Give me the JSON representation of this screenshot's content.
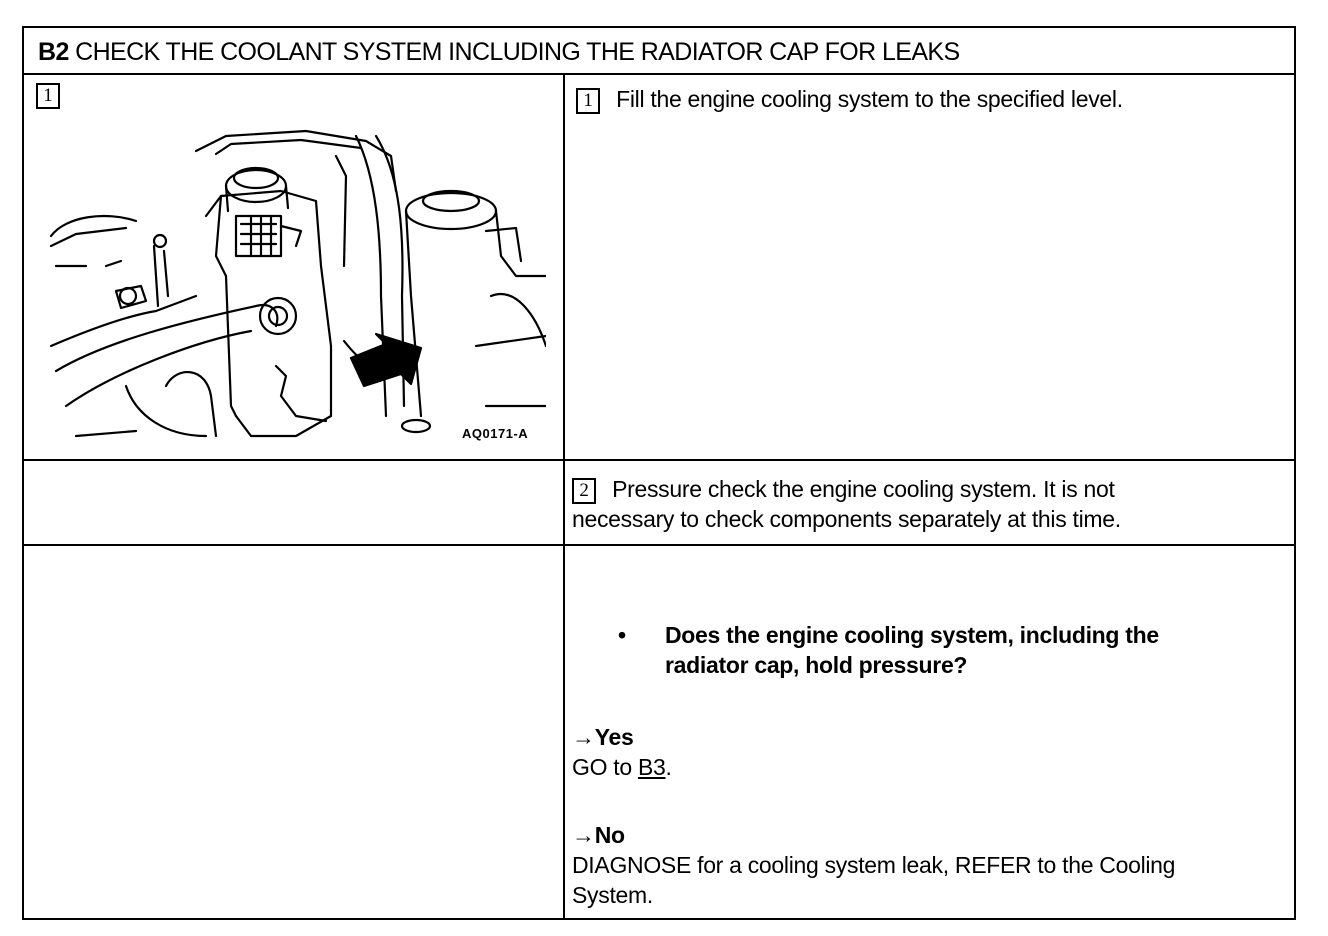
{
  "header": {
    "code": "B2",
    "title": "CHECK THE COOLANT SYSTEM INCLUDING THE RADIATOR CAP FOR LEAKS"
  },
  "rows": {
    "step1": {
      "left_number": "1",
      "right_number": "1",
      "text": "Fill the engine cooling system to the specified level.",
      "figure_label": "AQ0171-A"
    },
    "step2": {
      "number": "2",
      "text_line1": "Pressure check the engine cooling system. It is not",
      "text_line2": "necessary to check components separately at this time."
    },
    "question": {
      "bullet": "•",
      "text_line1": "Does the engine cooling system, including the",
      "text_line2": "radiator cap, hold pressure?",
      "yes_label": "Yes",
      "yes_action_prefix": "GO to ",
      "yes_link": "B3",
      "yes_action_suffix": ".",
      "no_label": "No",
      "no_action_line1": "DIAGNOSE for a cooling system leak, REFER to the Cooling",
      "no_action_line2": "System.",
      "arrow": "→"
    }
  }
}
